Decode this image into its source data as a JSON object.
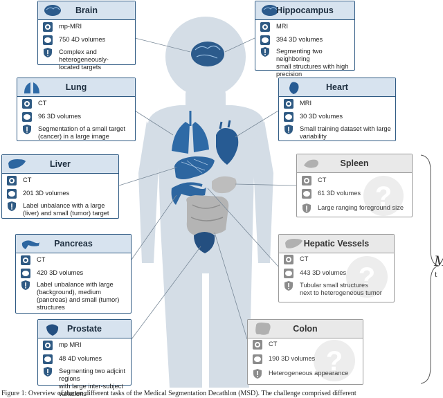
{
  "colors": {
    "accent": "#2f5a83",
    "header_bg": "#d7e3ef",
    "body_silhouette": "#d4dde6",
    "dim_border": "#9a9a9a"
  },
  "icons": {
    "modality": "scanner-icon",
    "volumes": "organ-icon",
    "challenge": "shield-alert-icon",
    "unknown": "question-mark-icon"
  },
  "tasks": {
    "brain": {
      "title": "Brain",
      "modality": "mp-MRI",
      "volumes": "750 4D volumes",
      "challenge": [
        "Complex and heterogeneously-",
        "located targets"
      ]
    },
    "hippocampus": {
      "title": "Hippocampus",
      "modality": "MRI",
      "volumes": "394 3D volumes",
      "challenge": [
        "Segmenting two neighboring",
        "small structures with high",
        "precision"
      ]
    },
    "lung": {
      "title": "Lung",
      "modality": "CT",
      "volumes": "96 3D volumes",
      "challenge": [
        "Segmentation of a small target",
        "(cancer) in a large image"
      ]
    },
    "heart": {
      "title": "Heart",
      "modality": "MRI",
      "volumes": "30 3D volumes",
      "challenge": [
        "Small training dataset with large",
        "variability"
      ]
    },
    "liver": {
      "title": "Liver",
      "modality": "CT",
      "volumes": "201 3D volumes",
      "challenge": [
        "Label unbalance with a large",
        "(liver) and small (tumor) target"
      ]
    },
    "spleen": {
      "title": "Spleen",
      "modality": "CT",
      "volumes": "61 3D volumes",
      "challenge": [
        "Large ranging foreground size"
      ]
    },
    "pancreas": {
      "title": "Pancreas",
      "modality": "CT",
      "volumes": "420 3D volumes",
      "challenge": [
        "Label unbalance with large",
        "(background), medium",
        "(pancreas) and small (tumor)",
        "structures"
      ]
    },
    "hepatic": {
      "title": "Hepatic Vessels",
      "modality": "CT",
      "volumes": "443 3D volumes",
      "challenge": [
        "Tubular small structures",
        "next to heterogeneous tumor"
      ]
    },
    "prostate": {
      "title": "Prostate",
      "modality": "mp MRI",
      "volumes": "48 4D volumes",
      "challenge": [
        "Segmenting two adjcint regions",
        "with large inter-subject",
        "variations"
      ]
    },
    "colon": {
      "title": "Colon",
      "modality": "CT",
      "volumes": "190 3D volumes",
      "challenge": [
        "Heterogeneous appearance"
      ]
    }
  },
  "side_label": {
    "big": "M",
    "small": "t"
  },
  "caption": "Figure 1: Overview of the ten different tasks of the Medical Segmentation Decathlon (MSD). The challenge comprised different"
}
